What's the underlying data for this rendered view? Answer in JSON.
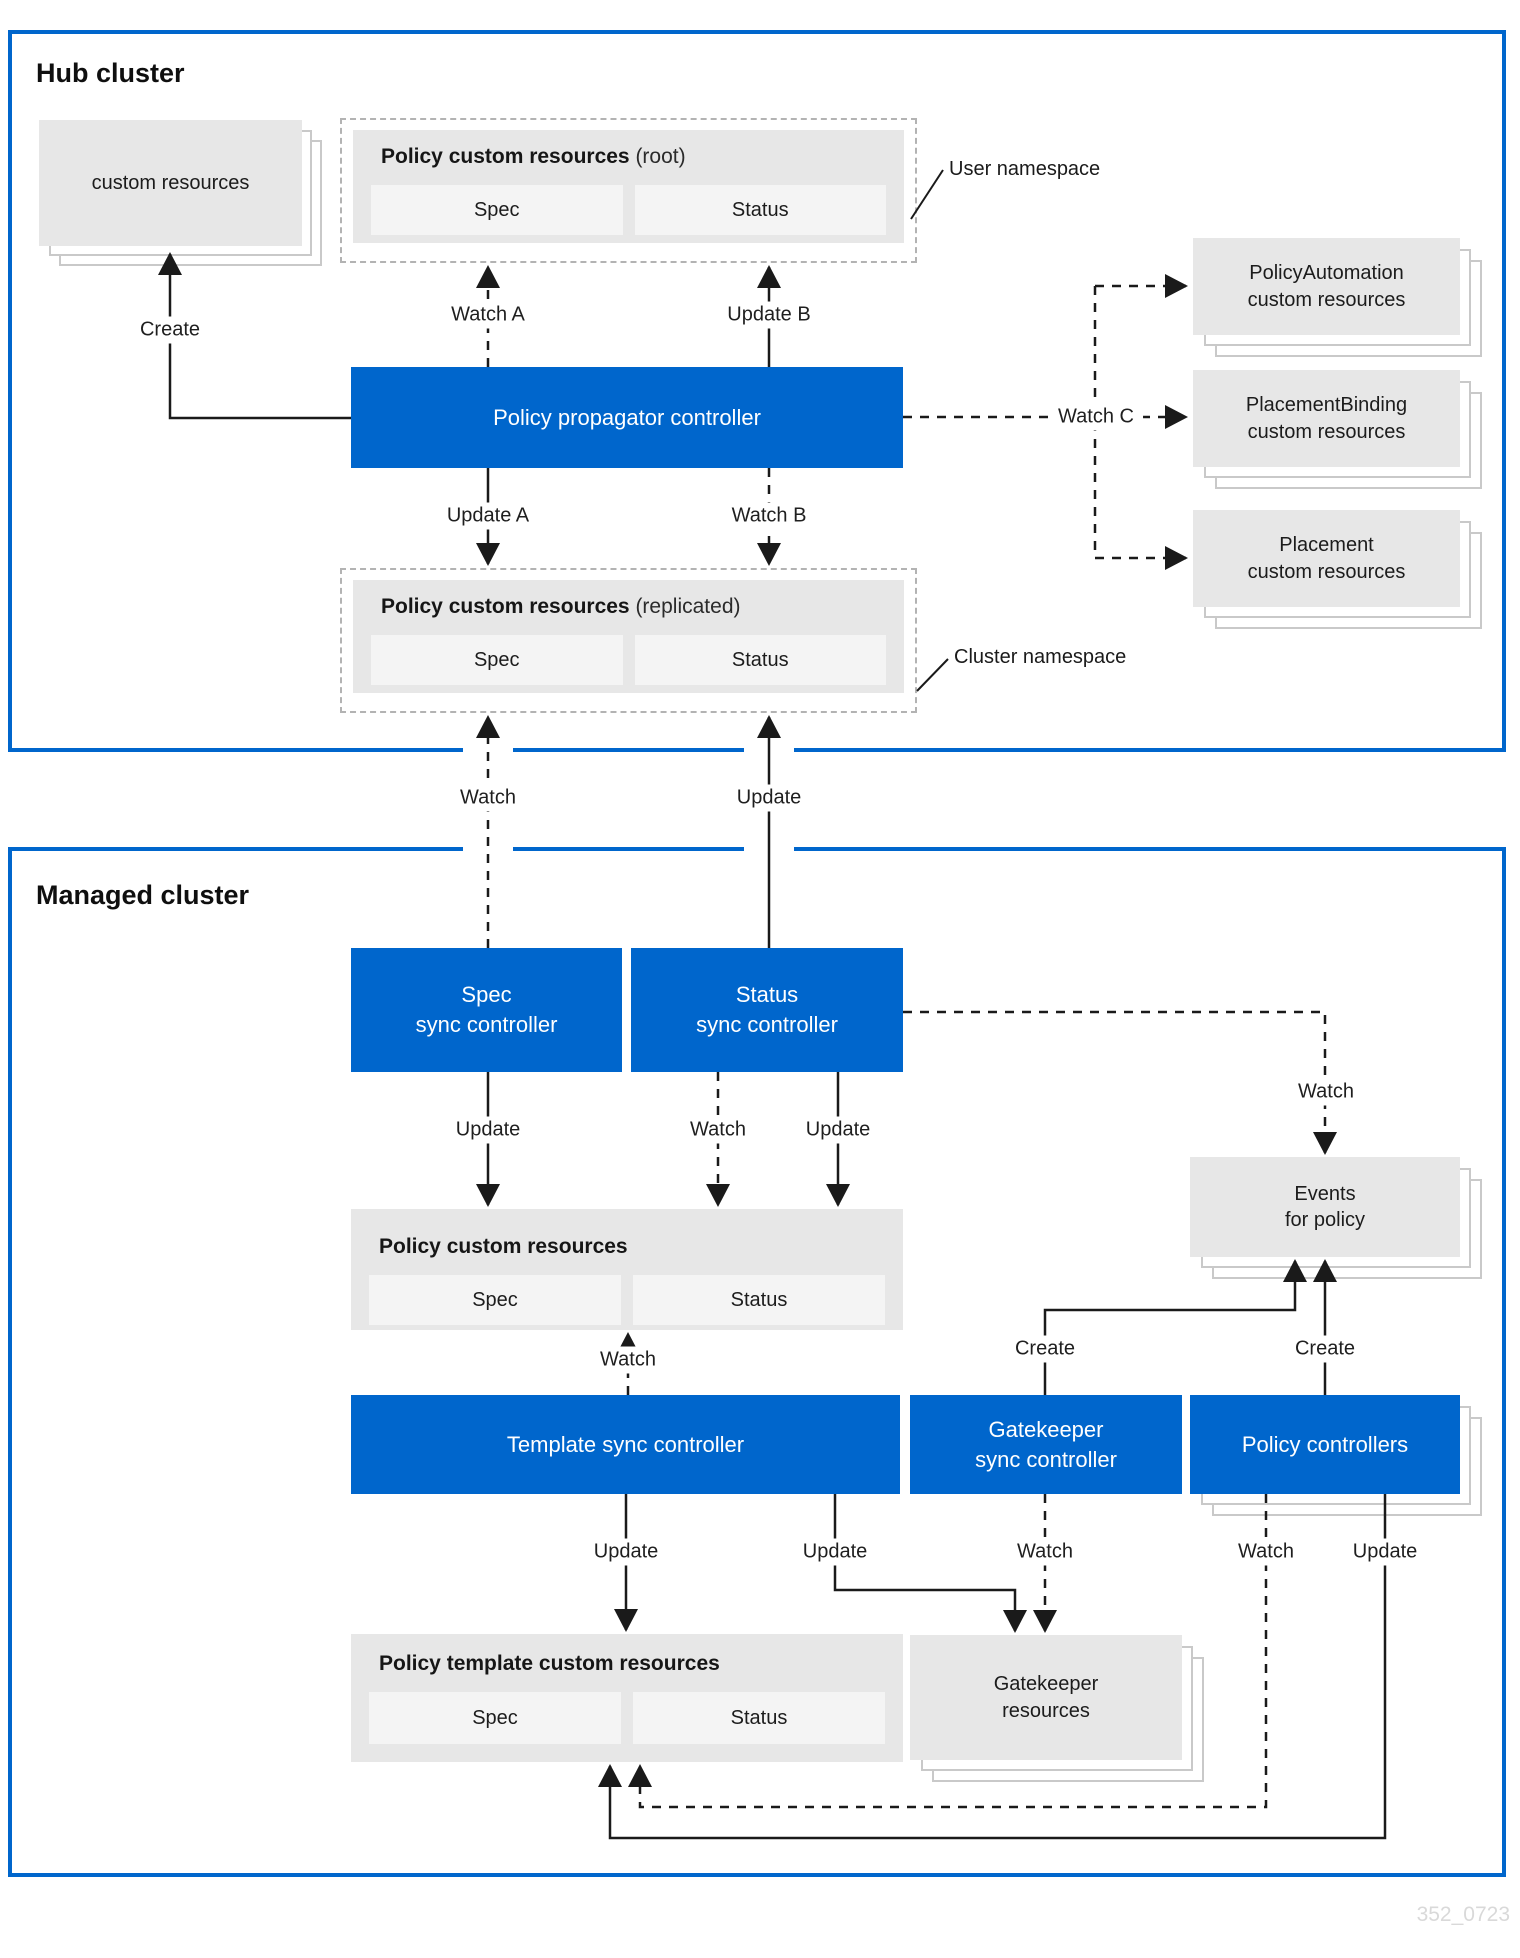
{
  "page": {
    "watermark": "352_0723"
  },
  "colors": {
    "accent": "#0066cc",
    "box_fill": "#e7e7e7",
    "cell_fill": "#f4f4f4",
    "dashed_border": "#b3b3b3"
  },
  "hub": {
    "title": "Hub cluster",
    "custom_resources": "custom resources",
    "user_namespace": "User namespace",
    "cluster_namespace": "Cluster namespace",
    "propagator": "Policy propagator controller",
    "root_policy": {
      "title": "Policy custom resources",
      "suffix": " (root)",
      "spec": "Spec",
      "status": "Status"
    },
    "replicated_policy": {
      "title": "Policy custom resources",
      "suffix": " (replicated)",
      "spec": "Spec",
      "status": "Status"
    },
    "policy_automation": {
      "line1": "PolicyAutomation",
      "line2": "custom resources"
    },
    "placement_binding": {
      "line1": "PlacementBinding",
      "line2": "custom resources"
    },
    "placement": {
      "line1": "Placement",
      "line2": "custom resources"
    }
  },
  "managed": {
    "title": "Managed cluster",
    "spec_sync": {
      "line1": "Spec",
      "line2": "sync controller"
    },
    "status_sync": {
      "line1": "Status",
      "line2": "sync controller"
    },
    "policy_cr": {
      "title": "Policy custom resources",
      "spec": "Spec",
      "status": "Status"
    },
    "events": {
      "line1": "Events",
      "line2": "for policy"
    },
    "template_sync": "Template sync controller",
    "gatekeeper_sync": {
      "line1": "Gatekeeper",
      "line2": "sync controller"
    },
    "policy_controllers": "Policy controllers",
    "policy_template_cr": {
      "title": "Policy template custom resources",
      "spec": "Spec",
      "status": "Status"
    },
    "gatekeeper_resources": {
      "line1": "Gatekeeper",
      "line2": "resources"
    }
  },
  "labels": {
    "create": "Create",
    "watch": "Watch",
    "update": "Update",
    "watch_a": "Watch A",
    "watch_b": "Watch B",
    "watch_c": "Watch C",
    "update_a": "Update A",
    "update_b": "Update B"
  }
}
